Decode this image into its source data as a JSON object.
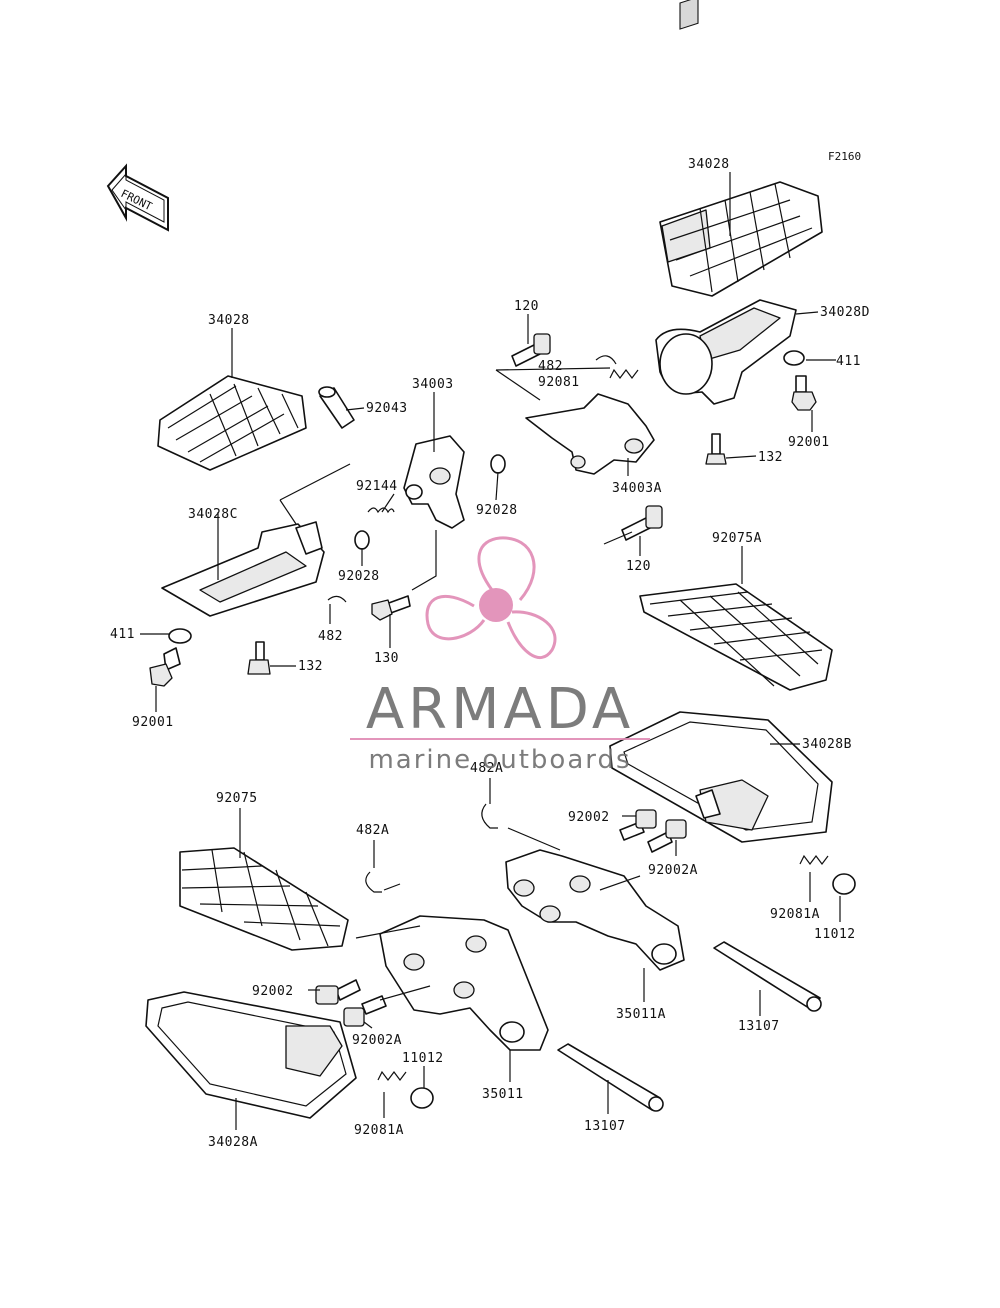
{
  "figure_ref": "F2160",
  "front_arrow": "FRONT",
  "watermark": {
    "brand": "ARMADA",
    "tagline": "marine outboards",
    "logo_color": "#e08ab4",
    "text_color": "#6e6e6e"
  },
  "parts": [
    {
      "id": "p1",
      "label": "34028"
    },
    {
      "id": "p2",
      "label": "34028"
    },
    {
      "id": "p3",
      "label": "34028D"
    },
    {
      "id": "p4",
      "label": "411"
    },
    {
      "id": "p5",
      "label": "92001"
    },
    {
      "id": "p6",
      "label": "132"
    },
    {
      "id": "p7",
      "label": "120"
    },
    {
      "id": "p8",
      "label": "482"
    },
    {
      "id": "p9",
      "label": "92081"
    },
    {
      "id": "p10",
      "label": "34003"
    },
    {
      "id": "p11",
      "label": "92043"
    },
    {
      "id": "p12",
      "label": "92144"
    },
    {
      "id": "p13",
      "label": "92028"
    },
    {
      "id": "p14",
      "label": "34003A"
    },
    {
      "id": "p15",
      "label": "34028C"
    },
    {
      "id": "p16",
      "label": "92028"
    },
    {
      "id": "p17",
      "label": "120"
    },
    {
      "id": "p18",
      "label": "92075A"
    },
    {
      "id": "p19",
      "label": "482"
    },
    {
      "id": "p20",
      "label": "411"
    },
    {
      "id": "p21",
      "label": "130"
    },
    {
      "id": "p22",
      "label": "132"
    },
    {
      "id": "p23",
      "label": "92001"
    },
    {
      "id": "p24",
      "label": "482A"
    },
    {
      "id": "p25",
      "label": "34028B"
    },
    {
      "id": "p26",
      "label": "92075"
    },
    {
      "id": "p27",
      "label": "92002"
    },
    {
      "id": "p28",
      "label": "482A"
    },
    {
      "id": "p29",
      "label": "92002A"
    },
    {
      "id": "p30",
      "label": "92081A"
    },
    {
      "id": "p31",
      "label": "11012"
    },
    {
      "id": "p32",
      "label": "92002"
    },
    {
      "id": "p33",
      "label": "35011A"
    },
    {
      "id": "p34",
      "label": "13107"
    },
    {
      "id": "p35",
      "label": "92002A"
    },
    {
      "id": "p36",
      "label": "11012"
    },
    {
      "id": "p37",
      "label": "35011"
    },
    {
      "id": "p38",
      "label": "34028A"
    },
    {
      "id": "p39",
      "label": "92081A"
    },
    {
      "id": "p40",
      "label": "13107"
    }
  ]
}
